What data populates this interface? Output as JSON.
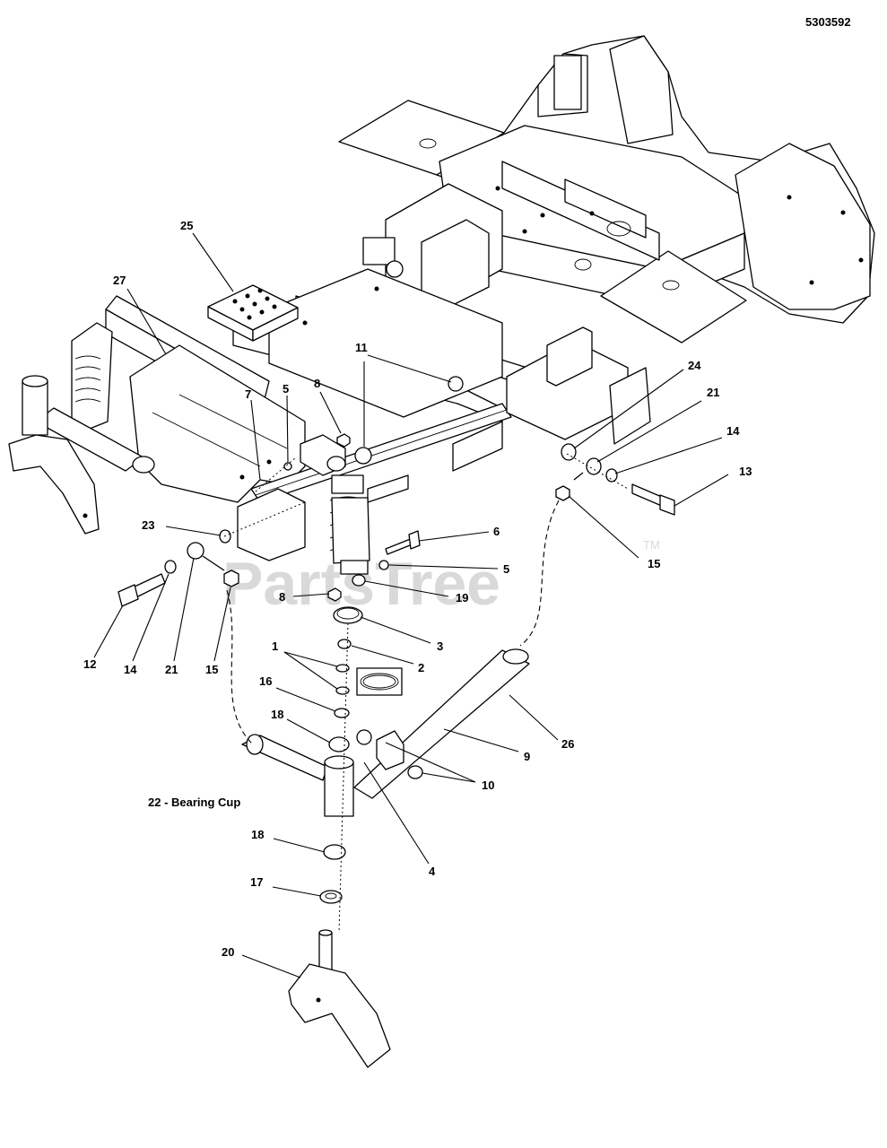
{
  "diagram_id": "5303592",
  "watermark": "PartsTree",
  "watermark_tm": "TM",
  "labels": {
    "l25": "25",
    "l27": "27",
    "l11": "11",
    "l24": "24",
    "l7": "7",
    "l5a": "5",
    "l8a": "8",
    "l21a": "21",
    "l14a": "14",
    "l13": "13",
    "l23": "23",
    "l6": "6",
    "l5b": "5",
    "l15a": "15",
    "l8b": "8",
    "l19": "19",
    "l12": "12",
    "l14b": "14",
    "l21b": "21",
    "l15b": "15",
    "l3": "3",
    "l2": "2",
    "l1": "1",
    "l16": "16",
    "l18a": "18",
    "l9": "9",
    "l26": "26",
    "l10": "10",
    "l22": "22 - Bearing Cup",
    "l4": "4",
    "l18b": "18",
    "l17": "17",
    "l20": "20"
  }
}
